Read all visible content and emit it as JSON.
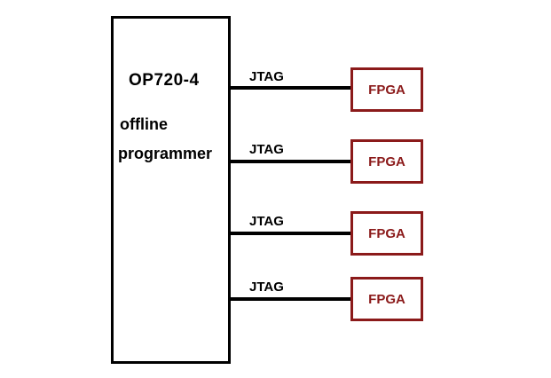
{
  "diagram": {
    "programmer": {
      "title": "OP720-4",
      "subtitle_line1": "offline",
      "subtitle_line2": "programmer"
    },
    "connections": [
      {
        "label": "JTAG",
        "target": "FPGA"
      },
      {
        "label": "JTAG",
        "target": "FPGA"
      },
      {
        "label": "JTAG",
        "target": "FPGA"
      },
      {
        "label": "JTAG",
        "target": "FPGA"
      }
    ],
    "colors": {
      "wire": "#000000",
      "programmer_border": "#000000",
      "fpga_border": "#8b1a1a",
      "fpga_text": "#8b1a1a"
    }
  }
}
